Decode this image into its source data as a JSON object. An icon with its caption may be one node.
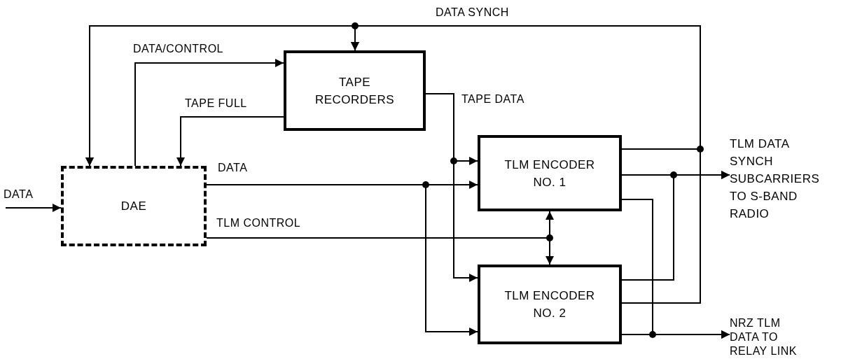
{
  "diagram": {
    "nodes": [
      {
        "text": [
          "DAE"
        ]
      },
      {
        "text": [
          "TAPE RECORDERS"
        ]
      },
      {
        "text": [
          "TLM ENCODER NO. 1"
        ]
      },
      {
        "text": [
          "TLM ENCODER NO. 2"
        ]
      },
      {
        "text": [
          "TLM DATA SYNCH SUBCARRIERS TO S-BAND RADIO"
        ]
      },
      {
        "text": [
          "NRZ TLM DATA TO RELAY LINK"
        ]
      }
    ],
    "edges": [
      {
        "from": null,
        "to": 0,
        "arrow": "to",
        "label": "DATA"
      },
      {
        "from": 0,
        "to": 1,
        "arrow": "to",
        "label": "DATA/CONTROL"
      },
      {
        "from": 1,
        "to": 0,
        "arrow": "to",
        "label": "TAPE FULL"
      },
      {
        "from": 2,
        "to": 1,
        "arrow": "to",
        "label": "DATA SYNCH"
      },
      {
        "from": 2,
        "to": 0,
        "arrow": "to"
      },
      {
        "from": 3,
        "to": 1,
        "arrow": "to"
      },
      {
        "from": 3,
        "to": 0,
        "arrow": "to"
      },
      {
        "from": 1,
        "to": 2,
        "arrow": "to",
        "label": "TAPE DATA"
      },
      {
        "from": 1,
        "to": 3,
        "arrow": "to"
      },
      {
        "from": 0,
        "to": 2,
        "arrow": "to",
        "label": "DATA"
      },
      {
        "from": 0,
        "to": 3,
        "arrow": "to"
      },
      {
        "from": 0,
        "to": 2,
        "arrow": "to",
        "label": "TLM CONTROL"
      },
      {
        "from": 0,
        "to": 3,
        "arrow": "to"
      },
      {
        "from": 2,
        "to": 4,
        "arrow": "to"
      },
      {
        "from": 3,
        "to": 4,
        "arrow": "to"
      },
      {
        "from": 2,
        "to": 5,
        "arrow": "to"
      },
      {
        "from": 3,
        "to": 5,
        "arrow": "to"
      }
    ]
  }
}
